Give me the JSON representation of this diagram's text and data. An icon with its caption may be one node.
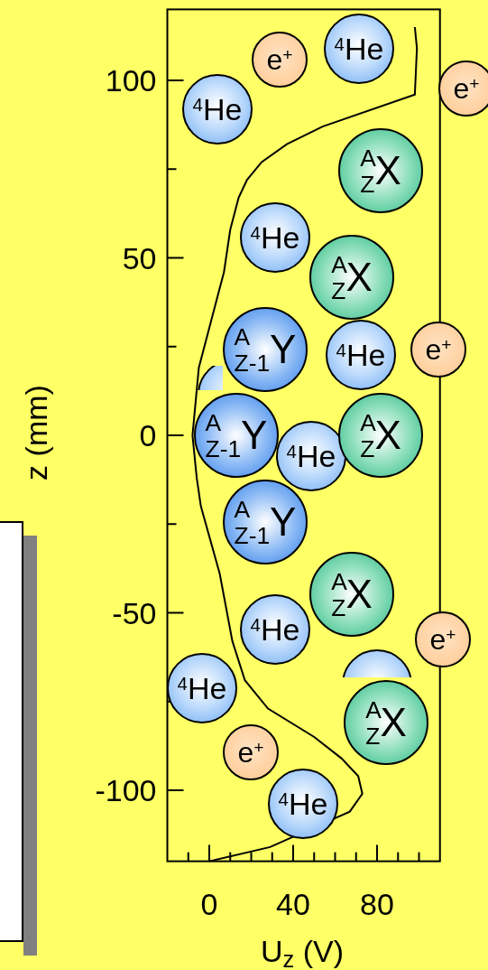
{
  "diagram": {
    "nodes": [
      {
        "text": [
          "$^{4}$He"
        ]
      },
      {
        "text": [
          "e$^{+}$"
        ]
      },
      {
        "text": [
          "e$^{+}$"
        ]
      },
      {
        "text": [
          "$^{4}$He"
        ]
      },
      {
        "text": [
          "$^{A}$$_{Z}$X"
        ]
      },
      {
        "text": [
          "$^{4}$He"
        ]
      },
      {
        "text": [
          "$^{A}$$_{Z}$X"
        ]
      },
      {
        "text": [
          "$^{A}$$_{Z-1}$Y"
        ]
      },
      {
        "text": [
          "e$^{+}$"
        ]
      },
      {
        "text": [
          "$^{4}$He"
        ]
      },
      {
        "text": [],
        "shape": "circle"
      },
      {
        "text": [
          "$^{A}$$_{Z-1}$Y"
        ]
      },
      {
        "text": [
          "$^{A}$$_{Z}$X"
        ]
      },
      {
        "text": [
          "$^{4}$He"
        ]
      },
      {
        "text": [
          "$^{A}$$_{Z-1}$Y"
        ]
      },
      {
        "text": [
          "$^{A}$$_{Z}$X"
        ]
      },
      {
        "text": [
          "$^{4}$He"
        ]
      },
      {
        "text": [
          "e$^{+}$"
        ]
      },
      {
        "text": [
          "$^{4}$He"
        ]
      },
      {
        "text": [],
        "shape": "circle"
      },
      {
        "text": [
          "$^{A}$$_{Z}$X"
        ]
      },
      {
        "text": [
          "e$^{+}$"
        ]
      },
      {
        "text": [
          "$^{4}$He"
        ]
      }
    ],
    "chart_data": {
      "type": "line",
      "xlabel": "U$_{z}$ (V)",
      "ylabel": "z (mm)",
      "xlim": [
        -20,
        110
      ],
      "ylim": [
        -120,
        120
      ],
      "xticks": [
        0,
        40,
        80
      ],
      "yticks": [
        -100,
        -50,
        0,
        50,
        100
      ],
      "x": [
        98,
        99,
        98,
        54,
        37,
        25,
        18,
        14,
        10,
        7,
        3,
        -5,
        -8,
        -6,
        -4,
        5,
        11,
        17,
        28,
        50,
        63,
        71,
        73,
        67,
        29,
        0
      ],
      "series": [
        {
          "values": [
            115,
            109,
            96,
            87,
            82,
            77,
            72,
            67,
            58,
            46,
            37,
            19,
            0,
            -12,
            -20,
            -39,
            -58,
            -69,
            -77,
            -85,
            -91,
            -96,
            -101,
            -106,
            -116,
            -120
          ]
        }
      ]
    }
  }
}
